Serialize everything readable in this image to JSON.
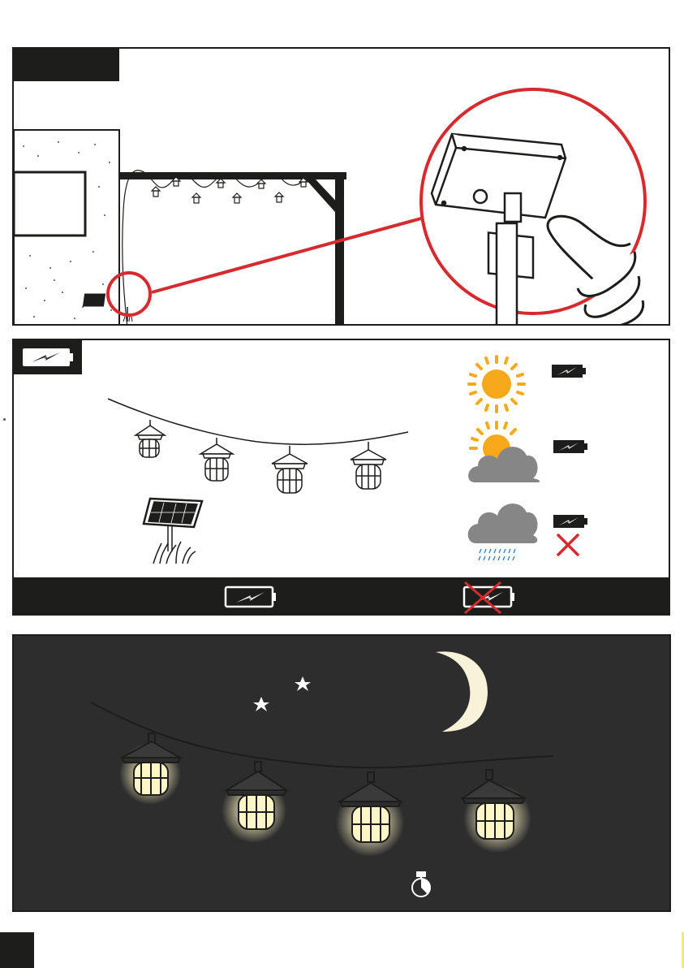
{
  "colors": {
    "ink": "#1d1d1b",
    "red_callout": "#d52b2f",
    "sun": "#f7a81b",
    "cloud": "#868686",
    "rain": "#2f7fc1",
    "night_bg": "#2d2d2d",
    "moon": "#f7f2d8",
    "glow": "#fff6c7"
  },
  "panels": [
    {
      "id": "switch-on",
      "icons": [
        "header-tab",
        "house-wall",
        "pergola",
        "string-lights",
        "solar-panel",
        "magnified-panel-switch",
        "finger-press"
      ]
    },
    {
      "id": "charging",
      "icons": [
        "battery-charging-icon",
        "string-lights",
        "solar-panel-stake",
        "sun-icon",
        "sun-cloud-icon",
        "rain-cloud-icon",
        "no-charge-icon"
      ]
    },
    {
      "id": "night",
      "icons": [
        "moon-icon",
        "star-icon",
        "star-icon",
        "glowing-lanterns",
        "timer-icon"
      ]
    }
  ],
  "weather_conditions": [
    {
      "condition": "sunny",
      "charging": true
    },
    {
      "condition": "partly-cloudy",
      "charging": true
    },
    {
      "condition": "rain",
      "charging": false
    }
  ]
}
